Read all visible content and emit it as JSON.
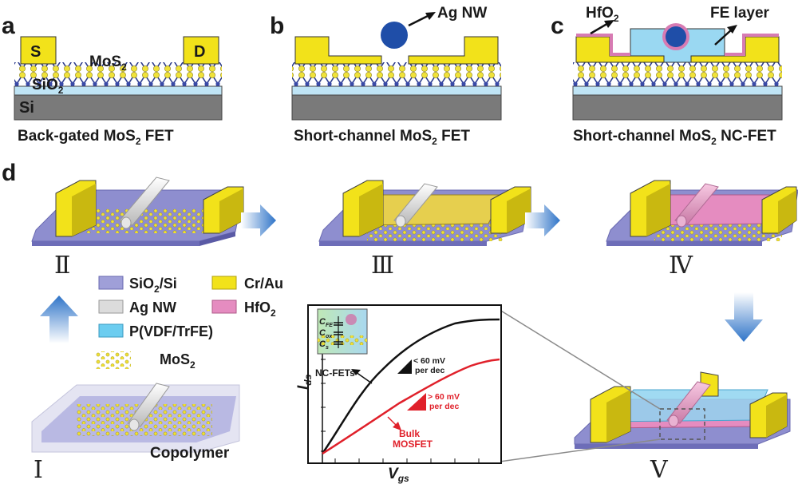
{
  "panels": {
    "a": {
      "letter": "a",
      "caption_pre": "Back-gated MoS",
      "caption_sub": "2",
      "caption_post": " FET",
      "source": "S",
      "drain": "D",
      "mos2": "MoS",
      "mos2_sub": "2",
      "sio2": "SiO",
      "sio2_sub": "2",
      "si": "Si"
    },
    "b": {
      "letter": "b",
      "caption_pre": "Short-channel MoS",
      "caption_sub": "2",
      "caption_post": " FET",
      "ag_nw": "Ag NW"
    },
    "c": {
      "letter": "c",
      "caption_pre": "Short-channel MoS",
      "caption_sub": "2",
      "caption_post": " NC-FET",
      "hfo2": "HfO",
      "hfo2_sub": "2",
      "fe_layer": "FE layer"
    },
    "d": {
      "letter": "d"
    }
  },
  "steps": [
    "Ⅱ",
    "Ⅲ",
    "Ⅳ",
    "Ⅰ",
    "Ⅴ"
  ],
  "copolymer": "Copolymer",
  "legend": [
    {
      "label": "SiO",
      "sub": "2",
      "post": "/Si",
      "color": "#9f9fd8"
    },
    {
      "label": "Cr/Au",
      "sub": "",
      "post": "",
      "color": "#f2e21a"
    },
    {
      "label": "Ag NW",
      "sub": "",
      "post": "",
      "color": "#dcdcdc"
    },
    {
      "label": "HfO",
      "sub": "2",
      "post": "",
      "color": "#e58cc0"
    },
    {
      "label": "P(VDF/TrFE)",
      "sub": "",
      "post": "",
      "color": "#6ccdf0"
    },
    {
      "label": "MoS",
      "sub": "2",
      "post": "",
      "color": "#e8d84a"
    }
  ],
  "plot": {
    "xlabel": "V",
    "xlabel_sub": "gs",
    "ylabel": "I",
    "ylabel_sub": "ds",
    "nc_label": "NC-FETs",
    "nc_slope": "< 60 mV",
    "nc_slope2": "per dec",
    "bulk_slope": "> 60 mV",
    "bulk_slope2": "per dec",
    "bulk_label": "Bulk",
    "bulk_label2": "MOSFET",
    "inset_cfe": "C",
    "inset_cfe_sub": "FE",
    "inset_cox": "C",
    "inset_cox_sub": "ox",
    "inset_cs": "C",
    "inset_cs_sub": "s"
  },
  "colors": {
    "gold": "#f2e21a",
    "substrate": "#8e8ecf",
    "oxide": "#bfe4f5",
    "si": "#7a7a7a",
    "hfo2": "#e58cc0",
    "fe": "#9ad8f2",
    "agnw": "#1f4ea8",
    "red": "#e0202a",
    "arrow": "#3a7fcf"
  }
}
